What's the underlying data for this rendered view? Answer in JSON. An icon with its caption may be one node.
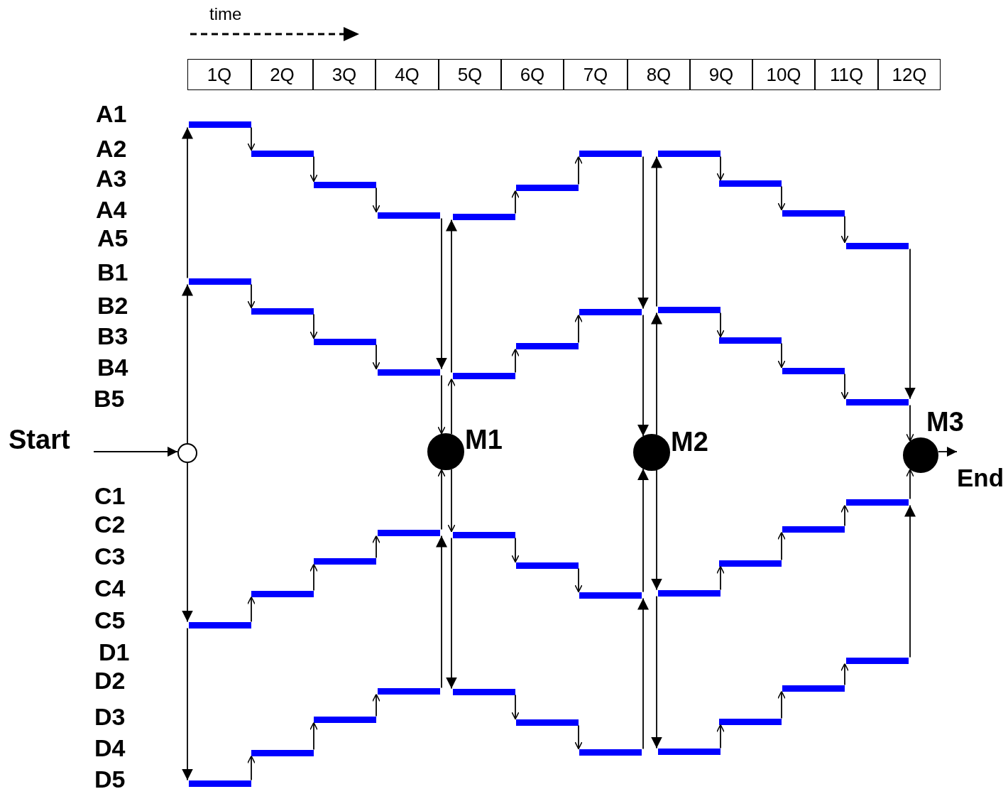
{
  "diagram": {
    "nodes": [
      {
        "text": [
          "Start"
        ]
      },
      {
        "text": [],
        "shape": "circle"
      },
      {
        "text": [],
        "shape": "bar"
      },
      {
        "text": [],
        "shape": "bar"
      },
      {
        "text": [],
        "shape": "bar"
      },
      {
        "text": [],
        "shape": "bar"
      },
      {
        "text": [],
        "shape": "bar"
      },
      {
        "text": [],
        "shape": "bar"
      },
      {
        "text": [],
        "shape": "bar"
      },
      {
        "text": [],
        "shape": "bar"
      },
      {
        "text": [],
        "shape": "bar"
      },
      {
        "text": [],
        "shape": "bar"
      },
      {
        "text": [],
        "shape": "bar"
      },
      {
        "text": [],
        "shape": "bar"
      },
      {
        "text": [],
        "shape": "bar"
      },
      {
        "text": [],
        "shape": "bar"
      },
      {
        "text": [],
        "shape": "bar"
      },
      {
        "text": [],
        "shape": "bar"
      },
      {
        "text": [],
        "shape": "bar"
      },
      {
        "text": [],
        "shape": "bar"
      },
      {
        "text": [],
        "shape": "bar"
      },
      {
        "text": [],
        "shape": "bar"
      },
      {
        "text": [],
        "shape": "bar"
      },
      {
        "text": [],
        "shape": "bar"
      },
      {
        "text": [],
        "shape": "bar"
      },
      {
        "text": [],
        "shape": "bar"
      },
      {
        "text": [],
        "shape": "bar"
      },
      {
        "text": [],
        "shape": "bar"
      },
      {
        "text": [],
        "shape": "bar"
      },
      {
        "text": [],
        "shape": "bar"
      },
      {
        "text": [],
        "shape": "bar"
      },
      {
        "text": [],
        "shape": "bar"
      },
      {
        "text": [],
        "shape": "bar"
      },
      {
        "text": [],
        "shape": "bar"
      },
      {
        "text": [],
        "shape": "bar"
      },
      {
        "text": [],
        "shape": "bar"
      },
      {
        "text": [],
        "shape": "bar"
      },
      {
        "text": [],
        "shape": "bar"
      },
      {
        "text": [],
        "shape": "bar"
      },
      {
        "text": [],
        "shape": "bar"
      },
      {
        "text": [],
        "shape": "bar"
      },
      {
        "text": [],
        "shape": "bar"
      },
      {
        "text": [],
        "shape": "bar"
      },
      {
        "text": [],
        "shape": "bar"
      },
      {
        "text": [],
        "shape": "bar"
      },
      {
        "text": [],
        "shape": "bar"
      },
      {
        "text": [],
        "shape": "circle",
        "beside": [
          "M1"
        ]
      },
      {
        "text": [],
        "shape": "circle",
        "beside": [
          "M2"
        ]
      },
      {
        "text": [],
        "shape": "circle",
        "beside": [
          "M3"
        ]
      },
      {
        "text": [
          "End"
        ]
      }
    ],
    "edges": [
      {
        "from": 0,
        "to": 1,
        "arrow": "to"
      },
      {
        "from": 1,
        "to": 13,
        "arrow": "to"
      },
      {
        "from": 13,
        "to": 2,
        "arrow": "to"
      },
      {
        "from": 1,
        "to": 24,
        "arrow": "to"
      },
      {
        "from": 24,
        "to": 35,
        "arrow": "to"
      },
      {
        "from": 2,
        "to": 3,
        "arrow": "to"
      },
      {
        "from": 3,
        "to": 4,
        "arrow": "to"
      },
      {
        "from": 4,
        "to": 5,
        "arrow": "to"
      },
      {
        "from": 13,
        "to": 14,
        "arrow": "to"
      },
      {
        "from": 14,
        "to": 15,
        "arrow": "to"
      },
      {
        "from": 15,
        "to": 16,
        "arrow": "to"
      },
      {
        "from": 24,
        "to": 25,
        "arrow": "to"
      },
      {
        "from": 25,
        "to": 26,
        "arrow": "to"
      },
      {
        "from": 26,
        "to": 27,
        "arrow": "to"
      },
      {
        "from": 35,
        "to": 36,
        "arrow": "to"
      },
      {
        "from": 36,
        "to": 37,
        "arrow": "to"
      },
      {
        "from": 37,
        "to": 38,
        "arrow": "to"
      },
      {
        "from": 5,
        "to": 16,
        "arrow": "to"
      },
      {
        "from": 16,
        "to": 46,
        "arrow": "to"
      },
      {
        "from": 38,
        "to": 27,
        "arrow": "to"
      },
      {
        "from": 27,
        "to": 46,
        "arrow": "to"
      },
      {
        "from": 46,
        "to": 17,
        "arrow": "to"
      },
      {
        "from": 17,
        "to": 6,
        "arrow": "to"
      },
      {
        "from": 46,
        "to": 28,
        "arrow": "to"
      },
      {
        "from": 28,
        "to": 39,
        "arrow": "to"
      },
      {
        "from": 6,
        "to": 7,
        "arrow": "to"
      },
      {
        "from": 7,
        "to": 8,
        "arrow": "to"
      },
      {
        "from": 17,
        "to": 18,
        "arrow": "to"
      },
      {
        "from": 18,
        "to": 19,
        "arrow": "to"
      },
      {
        "from": 28,
        "to": 29,
        "arrow": "to"
      },
      {
        "from": 29,
        "to": 30,
        "arrow": "to"
      },
      {
        "from": 39,
        "to": 40,
        "arrow": "to"
      },
      {
        "from": 40,
        "to": 41,
        "arrow": "to"
      },
      {
        "from": 8,
        "to": 19,
        "arrow": "to"
      },
      {
        "from": 19,
        "to": 47,
        "arrow": "to"
      },
      {
        "from": 41,
        "to": 30,
        "arrow": "to"
      },
      {
        "from": 30,
        "to": 47,
        "arrow": "to"
      },
      {
        "from": 47,
        "to": 20,
        "arrow": "to"
      },
      {
        "from": 20,
        "to": 9,
        "arrow": "to"
      },
      {
        "from": 47,
        "to": 31,
        "arrow": "to"
      },
      {
        "from": 31,
        "to": 42,
        "arrow": "to"
      },
      {
        "from": 9,
        "to": 10,
        "arrow": "to"
      },
      {
        "from": 10,
        "to": 11,
        "arrow": "to"
      },
      {
        "from": 11,
        "to": 12,
        "arrow": "to"
      },
      {
        "from": 20,
        "to": 21,
        "arrow": "to"
      },
      {
        "from": 21,
        "to": 22,
        "arrow": "to"
      },
      {
        "from": 22,
        "to": 23,
        "arrow": "to"
      },
      {
        "from": 31,
        "to": 32,
        "arrow": "to"
      },
      {
        "from": 32,
        "to": 33,
        "arrow": "to"
      },
      {
        "from": 33,
        "to": 34,
        "arrow": "to"
      },
      {
        "from": 42,
        "to": 43,
        "arrow": "to"
      },
      {
        "from": 43,
        "to": 44,
        "arrow": "to"
      },
      {
        "from": 44,
        "to": 45,
        "arrow": "to"
      },
      {
        "from": 12,
        "to": 23,
        "arrow": "to"
      },
      {
        "from": 23,
        "to": 48,
        "arrow": "to"
      },
      {
        "from": 45,
        "to": 34,
        "arrow": "to"
      },
      {
        "from": 34,
        "to": 48,
        "arrow": "to"
      },
      {
        "from": 48,
        "to": 49,
        "arrow": "to"
      }
    ],
    "labels": [
      "time",
      "1Q",
      "2Q",
      "3Q",
      "4Q",
      "5Q",
      "6Q",
      "7Q",
      "8Q",
      "9Q",
      "10Q",
      "11Q",
      "12Q",
      "A1",
      "A2",
      "A3",
      "A4",
      "A5",
      "B1",
      "B2",
      "B3",
      "B4",
      "B5",
      "C1",
      "C2",
      "C3",
      "C4",
      "C5",
      "D1",
      "D2",
      "D3",
      "D4",
      "D5"
    ]
  }
}
